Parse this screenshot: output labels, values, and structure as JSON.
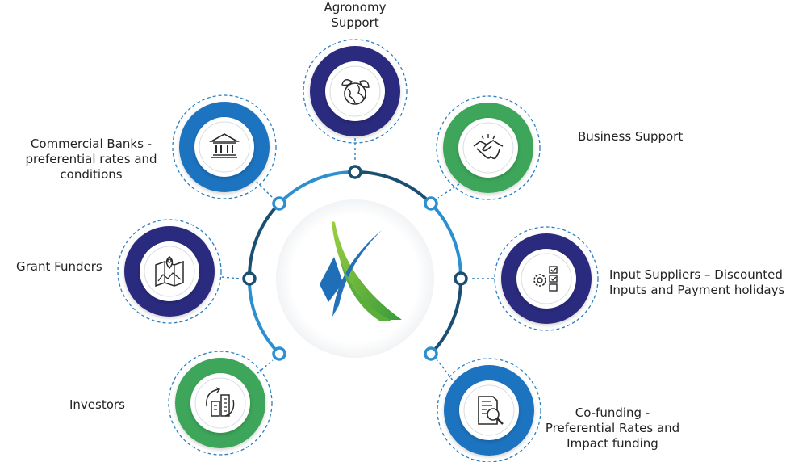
{
  "colors": {
    "navy": "#2b2a7e",
    "blue": "#1f73bf",
    "green": "#3ea65a",
    "ring_dark": "#1b4f72",
    "ring_light": "#2b8fd0",
    "dash": "#2a7fc1",
    "logo_blue": "#1f6fb8",
    "logo_green": "#6cb33f"
  },
  "nodes": [
    {
      "id": "agronomy",
      "label": "Agronomy\nSupport",
      "icon": "globe-leaf-icon",
      "color": "navy"
    },
    {
      "id": "business",
      "label": "Business Support",
      "icon": "handshake-icon",
      "color": "green"
    },
    {
      "id": "input-suppliers",
      "label": "Input Suppliers – Discounted\nInputs and Payment holidays",
      "icon": "gear-checklist-icon",
      "color": "navy"
    },
    {
      "id": "co-funding",
      "label": "Co-funding -\nPreferential Rates and\nImpact funding",
      "icon": "document-search-icon",
      "color": "blue"
    },
    {
      "id": "investors",
      "label": "Investors",
      "icon": "building-growth-icon",
      "color": "green"
    },
    {
      "id": "grant-funders",
      "label": "Grant Funders",
      "icon": "map-pin-icon",
      "color": "navy"
    },
    {
      "id": "commercial-banks",
      "label": "Commercial Banks -\npreferential rates and\nconditions",
      "icon": "bank-icon",
      "color": "blue"
    }
  ]
}
